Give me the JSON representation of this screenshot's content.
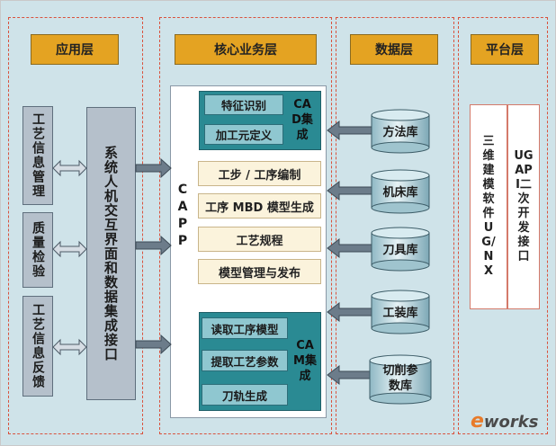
{
  "layers": {
    "app": "应用层",
    "core": "核心业务层",
    "data": "数据层",
    "platform": "平台层"
  },
  "app_items": [
    "工艺信息管理",
    "质量检验",
    "工艺信息反馈"
  ],
  "interface": "系统人机交互界面和数据集成接口",
  "capp": "CAPP",
  "cad": {
    "items": [
      "特征识别",
      "加工元定义"
    ],
    "label": "CAD集成"
  },
  "middle_items": [
    "工步 / 工序编制",
    "工序 MBD 模型生成",
    "工艺规程",
    "模型管理与发布"
  ],
  "cam": {
    "items": [
      "读取工序模型",
      "提取工艺参数",
      "刀轨生成"
    ],
    "label": "CAM集成"
  },
  "databases": [
    "方法库",
    "机床库",
    "刀具库",
    "工装库",
    "切削参数库"
  ],
  "platform": {
    "left": "三维建模软件UG/NX",
    "right": "UG API二次开发接口"
  },
  "watermark": {
    "prefix": "e",
    "brand": "works"
  },
  "colors": {
    "background": "#cfe3e9",
    "header": "#e4a322",
    "dashed_border": "#d9523d",
    "teal": "#2a8a93"
  }
}
